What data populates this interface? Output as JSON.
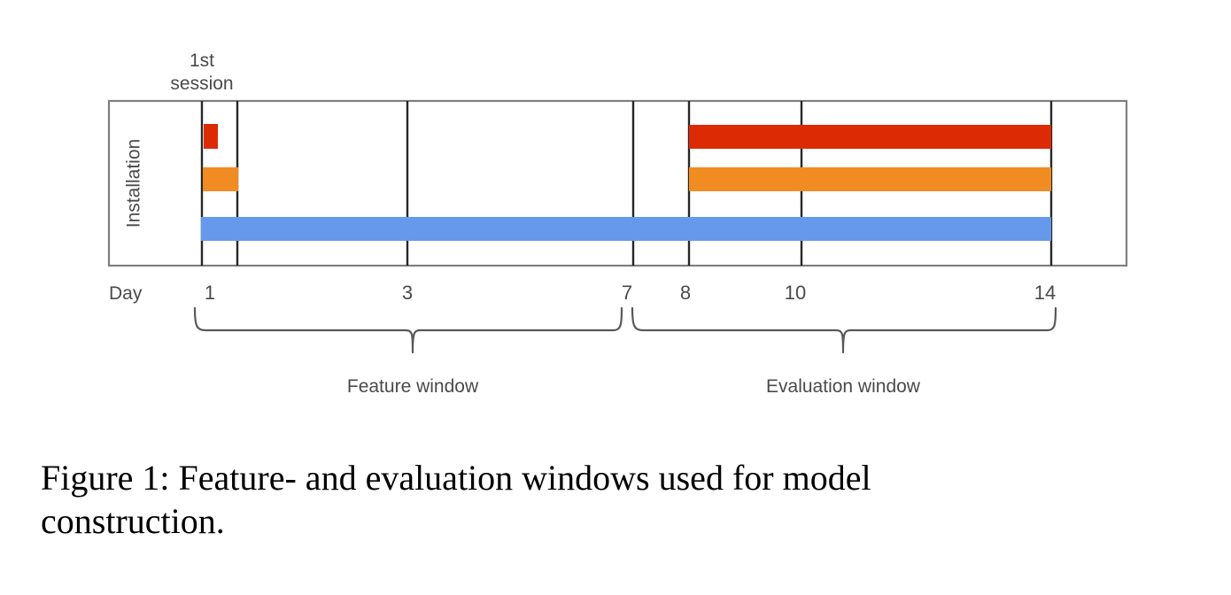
{
  "figure": {
    "caption_line1": "Figure 1: Feature- and evaluation windows used for model",
    "caption_line2": "construction.",
    "caption_full": "Figure 1: Feature- and evaluation windows used for model construction."
  },
  "chart_data": {
    "type": "bar",
    "title": "",
    "subtitle": "",
    "xlabel": "Day",
    "ylabel": "Installation",
    "orientation": "horizontal",
    "grid": true,
    "legend_position": "none",
    "x_axis": {
      "label": "Day",
      "tick_values": [
        1,
        3,
        7,
        8,
        10,
        14
      ],
      "tick_labels": [
        "1",
        "3",
        "7",
        "8",
        "10",
        "14"
      ],
      "xlim": [
        0,
        15.4
      ]
    },
    "y_axis": {
      "label": "Installation",
      "tick_labels": []
    },
    "annotations": [
      {
        "text": "1st session",
        "line1": "1st",
        "line2": "session",
        "at_day": 0.75
      }
    ],
    "series": [
      {
        "name": "red-activity",
        "color": "#DC2A04",
        "row": 1,
        "spans": [
          {
            "start_day": 0.75,
            "end_day": 1.0,
            "window": "feature"
          },
          {
            "start_day": 8.0,
            "end_day": 14.0,
            "window": "evaluation"
          }
        ]
      },
      {
        "name": "orange-activity",
        "color": "#F08C22",
        "row": 2,
        "spans": [
          {
            "start_day": 0.75,
            "end_day": 1.0,
            "window": "feature"
          },
          {
            "start_day": 8.0,
            "end_day": 14.0,
            "window": "evaluation"
          }
        ]
      },
      {
        "name": "blue-activity",
        "color": "#6699EB",
        "row": 3,
        "spans": [
          {
            "start_day": 0.72,
            "end_day": 14.0,
            "window": "feature-and-evaluation"
          }
        ]
      }
    ],
    "brackets": [
      {
        "label": "Feature window",
        "start_day": 0.75,
        "end_day": 7.0
      },
      {
        "label": "Evaluation window",
        "start_day": 7.25,
        "end_day": 14.0
      }
    ],
    "colors": {
      "red": "#DC2A04",
      "orange": "#F08C22",
      "blue": "#6699EB",
      "frame": "#7f7f7f",
      "gridline": "#262626",
      "text": "#4a4a4a",
      "caption_text": "#000000",
      "background": "#ffffff"
    }
  },
  "axis": {
    "y_title": "Installation",
    "x_title": "Day",
    "ticks": {
      "d1": "1",
      "d3": "3",
      "d7": "7",
      "d8": "8",
      "d10": "10",
      "d14": "14"
    }
  },
  "labels": {
    "session_line1": "1st",
    "session_line2": "session",
    "feature_window": "Feature window",
    "evaluation_window": "Evaluation window"
  }
}
